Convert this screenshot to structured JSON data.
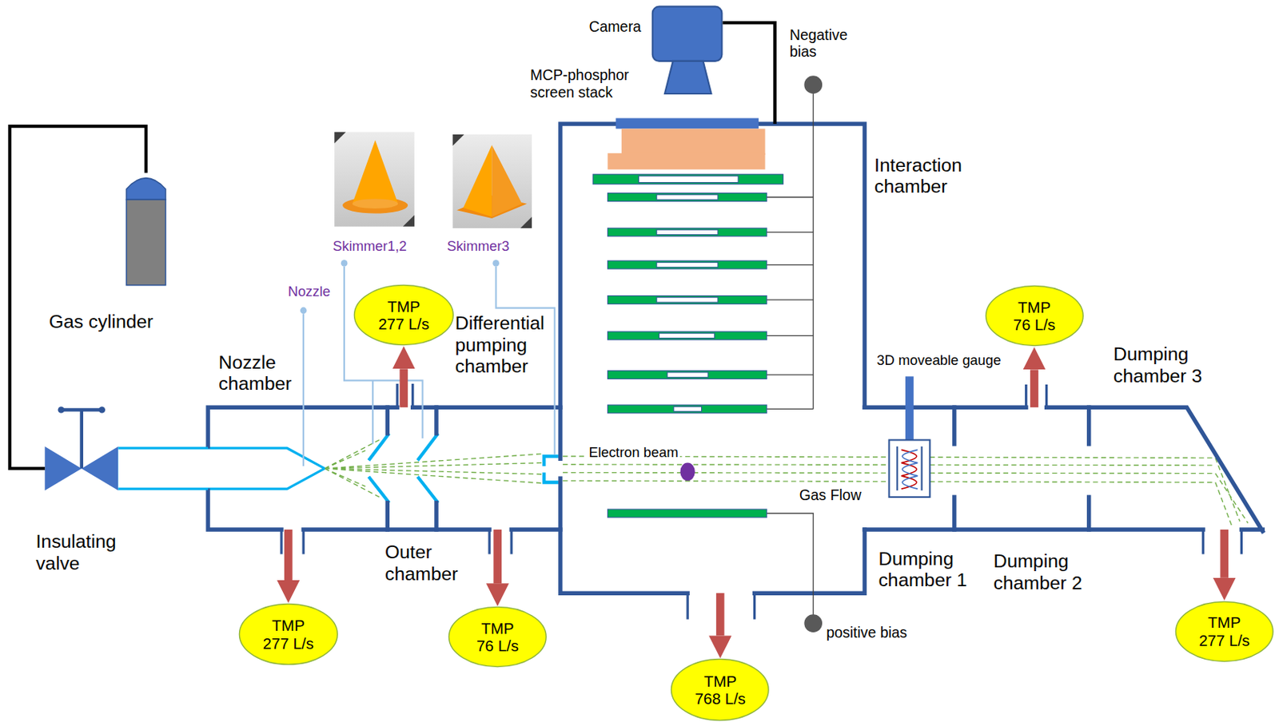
{
  "diagram": {
    "nodes": [
      {
        "text": [
          "Gas cylinder"
        ]
      },
      {
        "text": [
          "Camera"
        ]
      },
      {
        "text": [
          "Insulating valve"
        ]
      },
      {
        "text": [
          "Nozzle chamber"
        ]
      },
      {
        "text": [
          "Differential pumping chamber"
        ]
      },
      {
        "text": [
          "Outer chamber"
        ]
      },
      {
        "text": [
          "Interaction chamber"
        ]
      },
      {
        "text": [
          "Dumping chamber 1"
        ]
      },
      {
        "text": [
          "3D moveable gauge"
        ],
        "in": 7
      },
      {
        "text": [
          "Dumping chamber 2"
        ]
      },
      {
        "text": [
          "Dumping chamber 3"
        ]
      },
      {
        "text": [
          "TMP 277 L/s"
        ]
      },
      {
        "text": [
          "TMP 76 L/s"
        ]
      },
      {
        "text": [
          "TMP 277 L/s"
        ]
      },
      {
        "text": [
          "TMP 76 L/s"
        ]
      },
      {
        "text": [
          "TMP 768 L/s"
        ]
      },
      {
        "text": [
          "TMP 277 L/s"
        ]
      }
    ],
    "edges": [
      {
        "from": 0,
        "to": 2,
        "arrow": "none"
      },
      {
        "from": 2,
        "to": 3,
        "arrow": "none"
      },
      {
        "from": 1,
        "to": 6,
        "arrow": "none"
      },
      {
        "from": 3,
        "to": 13,
        "arrow": "to"
      },
      {
        "from": 4,
        "to": 11,
        "arrow": "to"
      },
      {
        "from": 5,
        "to": 14,
        "arrow": "to"
      },
      {
        "from": 6,
        "to": 15,
        "arrow": "to"
      },
      {
        "from": 9,
        "to": 12,
        "arrow": "to"
      },
      {
        "from": 10,
        "to": 16,
        "arrow": "to"
      }
    ],
    "labels": [
      "Skimmer1,2",
      "Skimmer3",
      "Nozzle",
      "MCP-phosphor screen stack",
      "Negative bias",
      "Electron beam",
      "Gas Flow",
      "positive bias"
    ]
  }
}
